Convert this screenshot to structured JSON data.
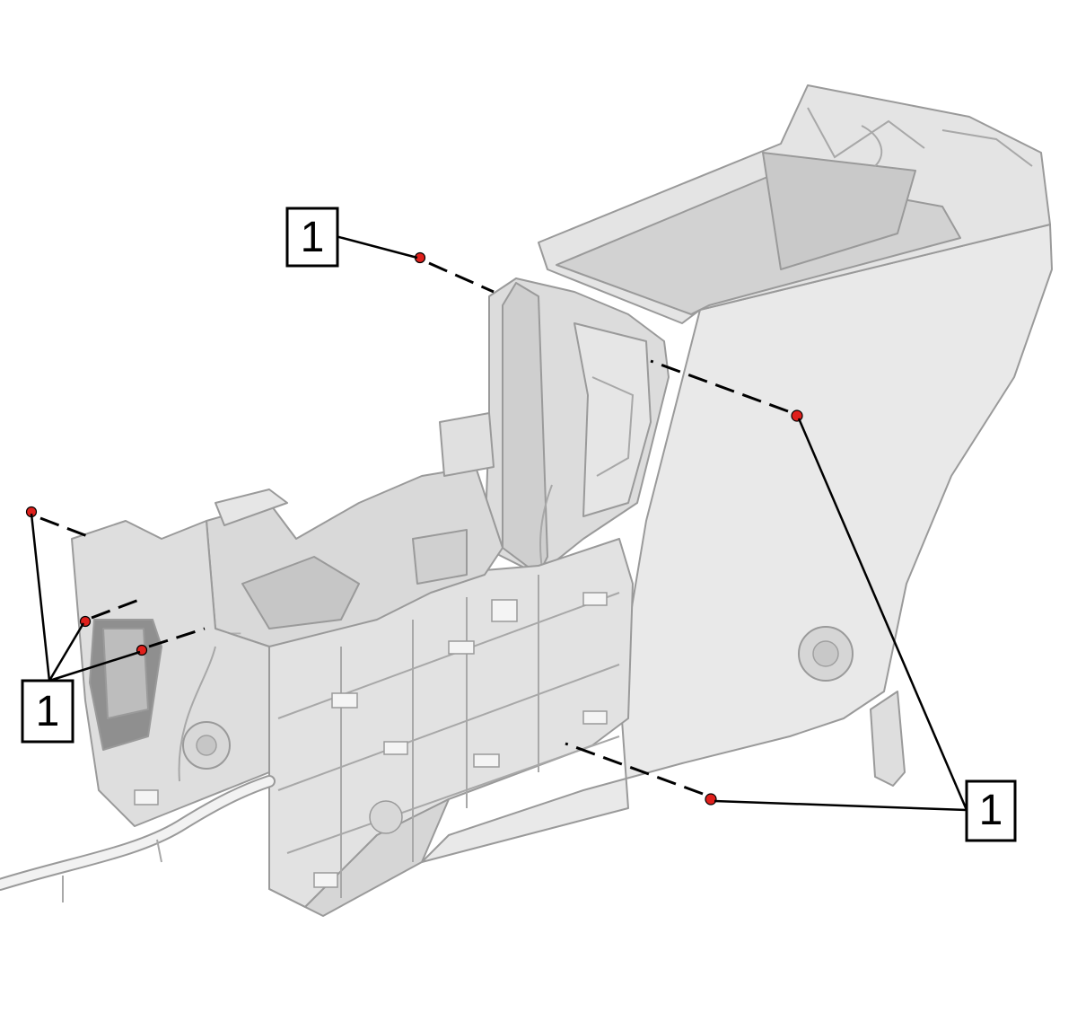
{
  "colors": {
    "part_light": "#ececec",
    "part_mid": "#dcdcdc",
    "part_dark": "#c4c4c4",
    "part_edge": "#9a9a9a",
    "screw": "#e0201c",
    "ink": "#000000"
  },
  "callouts": [
    {
      "label": "1"
    },
    {
      "label": "1"
    },
    {
      "label": "1"
    }
  ]
}
